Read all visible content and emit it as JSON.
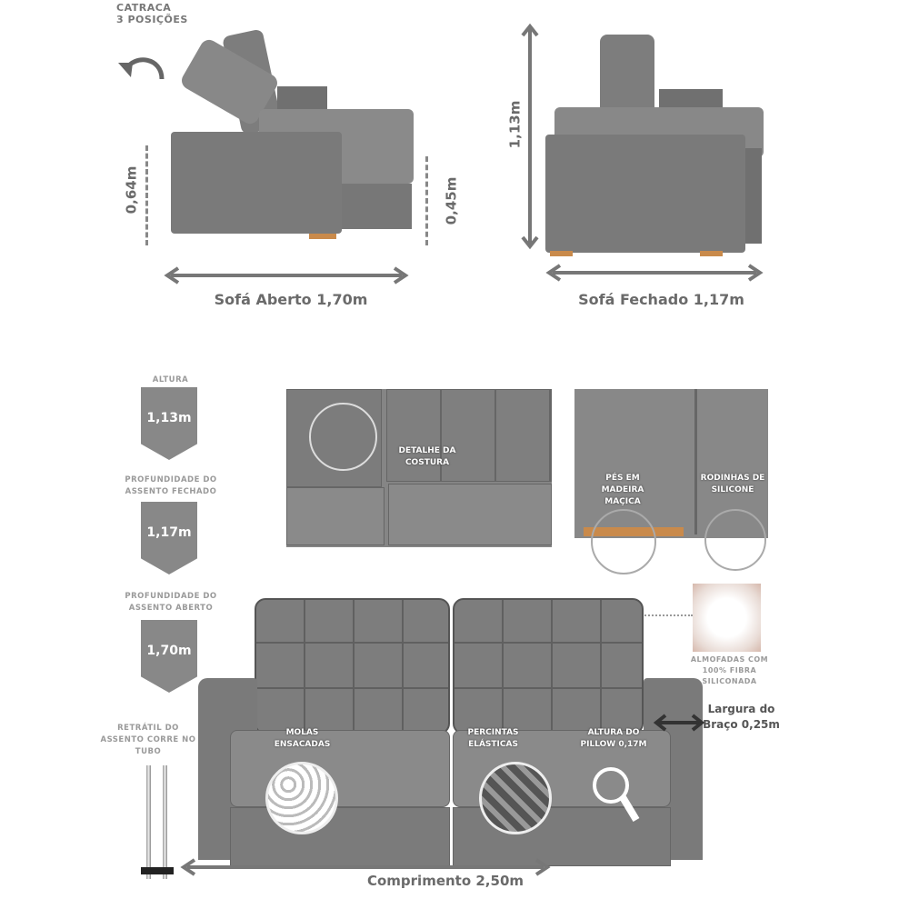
{
  "top_left": {
    "ratchet_title": "CATRACA",
    "ratchet_sub": "3 POSIÇÕES",
    "icon": "rotate-arrow-icon",
    "seat_height": "0,64m",
    "seat_low": "0,45m",
    "width_label": "Sofá Aberto 1,70m"
  },
  "top_right": {
    "height": "1,13m",
    "width_label": "Sofá Fechado 1,17m"
  },
  "specs": [
    {
      "title": "ALTURA",
      "value": "1,13m"
    },
    {
      "title": "PROFUNDIDADE DO ASSENTO FECHADO",
      "value": "1,17m"
    },
    {
      "title": "PROFUNDIDADE DO ASSENTO ABERTO",
      "value": "1,70m"
    }
  ],
  "retractable": "RETRÁTIL DO ASSENTO CORRE NO TUBO",
  "details": {
    "stitch": "DETALHE DA COSTURA",
    "feet": "PÉS EM MADEIRA MAÇICA",
    "wheels": "RODINHAS DE SILICONE"
  },
  "cushions": "ALMOFADAS COM 100% FIBRA SILICONADA",
  "arm_width": "Largura do Braço 0,25m",
  "features": {
    "springs": "MOLAS ENSACADAS",
    "straps": "PERCINTAS ELÁSTICAS",
    "pillow": "ALTURA DO PILLOW 0,17M"
  },
  "length": "Comprimento 2,50m",
  "colors": {
    "fabric": "#7d7d7d",
    "fabric_dark": "#666666",
    "wood": "#c98a4b",
    "text": "#6f6f6f"
  }
}
